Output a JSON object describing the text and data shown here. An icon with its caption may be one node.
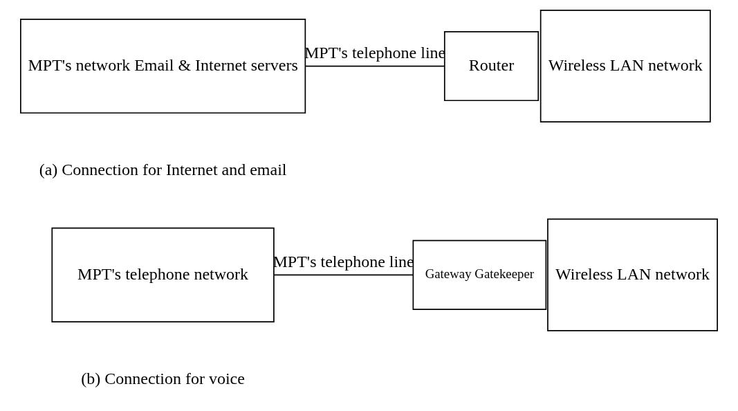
{
  "diagram": {
    "nodes": [
      {
        "text": [
          "MPT's network Email & Internet servers"
        ]
      },
      {
        "text": [
          "Router"
        ]
      },
      {
        "text": [
          "Wireless LAN network"
        ]
      },
      {
        "text": [
          "MPT's telephone network"
        ]
      },
      {
        "text": [
          "Gateway Gatekeeper"
        ]
      },
      {
        "text": [
          "Wireless LAN network"
        ]
      }
    ],
    "edges": [
      {
        "from": 0,
        "to": 1,
        "arrow": "none",
        "label": "MPT's telephone line"
      },
      {
        "from": 3,
        "to": 4,
        "arrow": "none",
        "label": "MPT's telephone line"
      }
    ],
    "labels": [
      "(a) Connection for Internet and email",
      "(b) Connection for voice"
    ]
  }
}
